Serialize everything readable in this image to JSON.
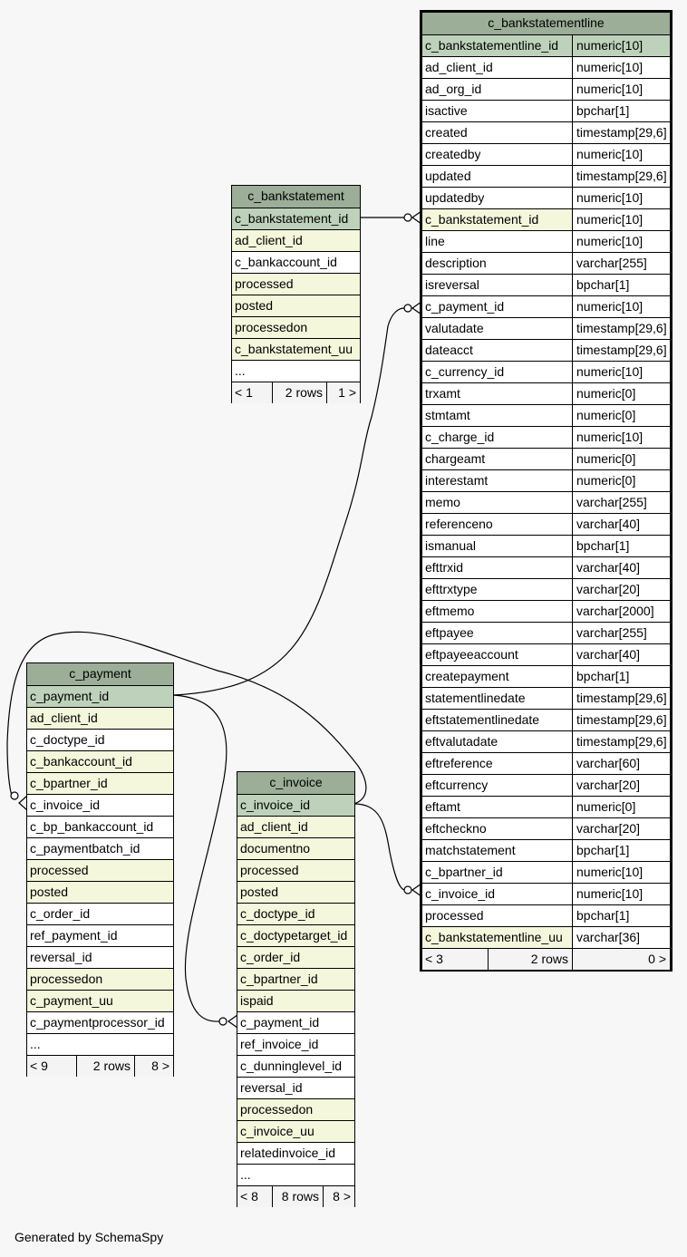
{
  "tables": {
    "c_bankstatementline": {
      "title": "c_bankstatementline",
      "columns": [
        {
          "name": "c_bankstatementline_id",
          "type": "numeric[10]",
          "kind": "pk"
        },
        {
          "name": "ad_client_id",
          "type": "numeric[10]",
          "kind": "plain"
        },
        {
          "name": "ad_org_id",
          "type": "numeric[10]",
          "kind": "plain"
        },
        {
          "name": "isactive",
          "type": "bpchar[1]",
          "kind": "plain"
        },
        {
          "name": "created",
          "type": "timestamp[29,6]",
          "kind": "plain"
        },
        {
          "name": "createdby",
          "type": "numeric[10]",
          "kind": "plain"
        },
        {
          "name": "updated",
          "type": "timestamp[29,6]",
          "kind": "plain"
        },
        {
          "name": "updatedby",
          "type": "numeric[10]",
          "kind": "plain"
        },
        {
          "name": "c_bankstatement_id",
          "type": "numeric[10]",
          "kind": "fk"
        },
        {
          "name": "line",
          "type": "numeric[10]",
          "kind": "plain"
        },
        {
          "name": "description",
          "type": "varchar[255]",
          "kind": "plain"
        },
        {
          "name": "isreversal",
          "type": "bpchar[1]",
          "kind": "plain"
        },
        {
          "name": "c_payment_id",
          "type": "numeric[10]",
          "kind": "plain"
        },
        {
          "name": "valutadate",
          "type": "timestamp[29,6]",
          "kind": "plain"
        },
        {
          "name": "dateacct",
          "type": "timestamp[29,6]",
          "kind": "plain"
        },
        {
          "name": "c_currency_id",
          "type": "numeric[10]",
          "kind": "plain"
        },
        {
          "name": "trxamt",
          "type": "numeric[0]",
          "kind": "plain"
        },
        {
          "name": "stmtamt",
          "type": "numeric[0]",
          "kind": "plain"
        },
        {
          "name": "c_charge_id",
          "type": "numeric[10]",
          "kind": "plain"
        },
        {
          "name": "chargeamt",
          "type": "numeric[0]",
          "kind": "plain"
        },
        {
          "name": "interestamt",
          "type": "numeric[0]",
          "kind": "plain"
        },
        {
          "name": "memo",
          "type": "varchar[255]",
          "kind": "plain"
        },
        {
          "name": "referenceno",
          "type": "varchar[40]",
          "kind": "plain"
        },
        {
          "name": "ismanual",
          "type": "bpchar[1]",
          "kind": "plain"
        },
        {
          "name": "efttrxid",
          "type": "varchar[40]",
          "kind": "plain"
        },
        {
          "name": "efttrxtype",
          "type": "varchar[20]",
          "kind": "plain"
        },
        {
          "name": "eftmemo",
          "type": "varchar[2000]",
          "kind": "plain"
        },
        {
          "name": "eftpayee",
          "type": "varchar[255]",
          "kind": "plain"
        },
        {
          "name": "eftpayeeaccount",
          "type": "varchar[40]",
          "kind": "plain"
        },
        {
          "name": "createpayment",
          "type": "bpchar[1]",
          "kind": "plain"
        },
        {
          "name": "statementlinedate",
          "type": "timestamp[29,6]",
          "kind": "plain"
        },
        {
          "name": "eftstatementlinedate",
          "type": "timestamp[29,6]",
          "kind": "plain"
        },
        {
          "name": "eftvalutadate",
          "type": "timestamp[29,6]",
          "kind": "plain"
        },
        {
          "name": "eftreference",
          "type": "varchar[60]",
          "kind": "plain"
        },
        {
          "name": "eftcurrency",
          "type": "varchar[20]",
          "kind": "plain"
        },
        {
          "name": "eftamt",
          "type": "numeric[0]",
          "kind": "plain"
        },
        {
          "name": "eftcheckno",
          "type": "varchar[20]",
          "kind": "plain"
        },
        {
          "name": "matchstatement",
          "type": "bpchar[1]",
          "kind": "plain"
        },
        {
          "name": "c_bpartner_id",
          "type": "numeric[10]",
          "kind": "plain"
        },
        {
          "name": "c_invoice_id",
          "type": "numeric[10]",
          "kind": "plain"
        },
        {
          "name": "processed",
          "type": "bpchar[1]",
          "kind": "plain"
        },
        {
          "name": "c_bankstatementline_uu",
          "type": "varchar[36]",
          "kind": "fk"
        }
      ],
      "footer": {
        "left": "< 3",
        "mid": "2 rows",
        "right": "0 >"
      }
    },
    "c_bankstatement": {
      "title": "c_bankstatement",
      "columns": [
        {
          "name": "c_bankstatement_id",
          "kind": "pk"
        },
        {
          "name": "ad_client_id",
          "kind": "fk"
        },
        {
          "name": "c_bankaccount_id",
          "kind": "plain"
        },
        {
          "name": "processed",
          "kind": "fk"
        },
        {
          "name": "posted",
          "kind": "fk"
        },
        {
          "name": "processedon",
          "kind": "fk"
        },
        {
          "name": "c_bankstatement_uu",
          "kind": "fk"
        },
        {
          "name": "...",
          "kind": "plain"
        }
      ],
      "footer": {
        "left": "< 1",
        "mid": "2 rows",
        "right": "1 >"
      }
    },
    "c_payment": {
      "title": "c_payment",
      "columns": [
        {
          "name": "c_payment_id",
          "kind": "pk"
        },
        {
          "name": "ad_client_id",
          "kind": "fk"
        },
        {
          "name": "c_doctype_id",
          "kind": "plain"
        },
        {
          "name": "c_bankaccount_id",
          "kind": "fk"
        },
        {
          "name": "c_bpartner_id",
          "kind": "fk"
        },
        {
          "name": "c_invoice_id",
          "kind": "plain"
        },
        {
          "name": "c_bp_bankaccount_id",
          "kind": "plain"
        },
        {
          "name": "c_paymentbatch_id",
          "kind": "plain"
        },
        {
          "name": "processed",
          "kind": "fk"
        },
        {
          "name": "posted",
          "kind": "fk"
        },
        {
          "name": "c_order_id",
          "kind": "plain"
        },
        {
          "name": "ref_payment_id",
          "kind": "plain"
        },
        {
          "name": "reversal_id",
          "kind": "plain"
        },
        {
          "name": "processedon",
          "kind": "fk"
        },
        {
          "name": "c_payment_uu",
          "kind": "fk"
        },
        {
          "name": "c_paymentprocessor_id",
          "kind": "plain"
        },
        {
          "name": "...",
          "kind": "plain"
        }
      ],
      "footer": {
        "left": "< 9",
        "mid": "2 rows",
        "right": "8 >"
      }
    },
    "c_invoice": {
      "title": "c_invoice",
      "columns": [
        {
          "name": "c_invoice_id",
          "kind": "pk"
        },
        {
          "name": "ad_client_id",
          "kind": "fk"
        },
        {
          "name": "documentno",
          "kind": "fk"
        },
        {
          "name": "processed",
          "kind": "fk"
        },
        {
          "name": "posted",
          "kind": "fk"
        },
        {
          "name": "c_doctype_id",
          "kind": "fk"
        },
        {
          "name": "c_doctypetarget_id",
          "kind": "fk"
        },
        {
          "name": "c_order_id",
          "kind": "fk"
        },
        {
          "name": "c_bpartner_id",
          "kind": "fk"
        },
        {
          "name": "ispaid",
          "kind": "fk"
        },
        {
          "name": "c_payment_id",
          "kind": "plain"
        },
        {
          "name": "ref_invoice_id",
          "kind": "plain"
        },
        {
          "name": "c_dunninglevel_id",
          "kind": "plain"
        },
        {
          "name": "reversal_id",
          "kind": "plain"
        },
        {
          "name": "processedon",
          "kind": "fk"
        },
        {
          "name": "c_invoice_uu",
          "kind": "fk"
        },
        {
          "name": "relatedinvoice_id",
          "kind": "plain"
        },
        {
          "name": "...",
          "kind": "plain"
        }
      ],
      "footer": {
        "left": "< 8",
        "mid": "8 rows",
        "right": "8 >"
      }
    }
  },
  "credit": "Generated by SchemaSpy"
}
